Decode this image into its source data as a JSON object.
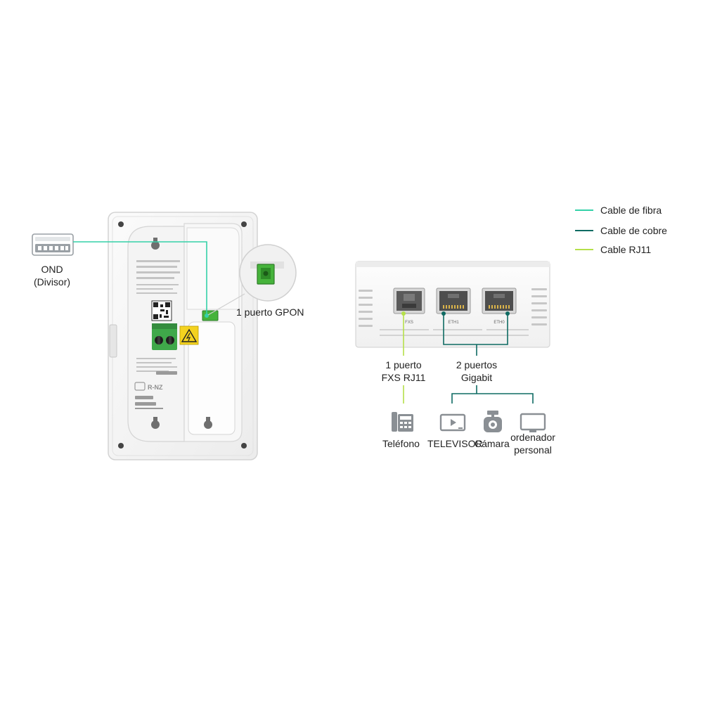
{
  "colors": {
    "fiber": "#34d1a8",
    "copper": "#0f6b63",
    "rj11": "#b5e04a",
    "gpon_port": "#46b33b",
    "terminal": "#3fa84a",
    "warning": "#f4d21f",
    "icon": "#8a8f94"
  },
  "legend": {
    "fiber": "Cable de fibra",
    "copper": "Cable de cobre",
    "rj11": "Cable RJ11"
  },
  "ond": {
    "line1": "OND",
    "line2": "(Divisor)"
  },
  "gpon_label": "1 puerto GPON",
  "device_front": {
    "port_fxs": "FXS",
    "port_eth1": "ETH1",
    "port_eth0": "ETH0"
  },
  "back_panel": {
    "cert_text": "R-NZ"
  },
  "fxs_label": {
    "line1": "1 puerto",
    "line2": "FXS RJ11"
  },
  "gigabit_label": {
    "line1": "2 puertos",
    "line2": "Gigabit"
  },
  "devices": {
    "phone": "Teléfono",
    "tv": "TELEVISOR",
    "camera": "Cámara",
    "pc_line1": "ordenador",
    "pc_line2": "personal"
  }
}
